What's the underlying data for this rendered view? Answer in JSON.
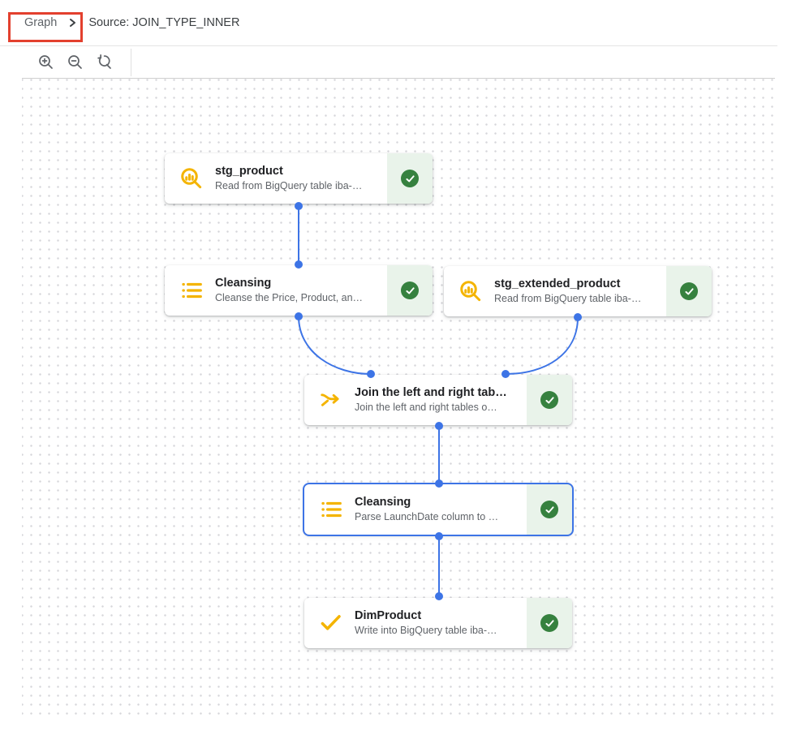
{
  "breadcrumb": {
    "graph": "Graph",
    "source": "Source: JOIN_TYPE_INNER"
  },
  "toolbar": {
    "icons": [
      "zoom-in",
      "zoom-out",
      "zoom-reset"
    ]
  },
  "pipeline": {
    "nodes": [
      {
        "id": "stg_product",
        "title": "stg_product",
        "subtitle": "Read from BigQuery table iba-…",
        "icon": "bigquery-source-icon",
        "status": "success",
        "selected": false
      },
      {
        "id": "cleansing_1",
        "title": "Cleansing",
        "subtitle": "Cleanse the Price, Product, an…",
        "icon": "wrangler-list-icon",
        "status": "success",
        "selected": false
      },
      {
        "id": "stg_extended_product",
        "title": "stg_extended_product",
        "subtitle": "Read from BigQuery table iba-…",
        "icon": "bigquery-source-icon",
        "status": "success",
        "selected": false
      },
      {
        "id": "join",
        "title": "Join the left and right tab…",
        "subtitle": "Join the left and right tables o…",
        "icon": "join-merge-icon",
        "status": "success",
        "selected": false
      },
      {
        "id": "cleansing_2",
        "title": "Cleansing",
        "subtitle": "Parse LaunchDate column to …",
        "icon": "wrangler-list-icon",
        "status": "success",
        "selected": true
      },
      {
        "id": "dim_product",
        "title": "DimProduct",
        "subtitle": "Write into BigQuery table iba-…",
        "icon": "sink-check-icon",
        "status": "success",
        "selected": false
      }
    ],
    "edges": [
      {
        "from": "stg_product",
        "to": "cleansing_1"
      },
      {
        "from": "cleansing_1",
        "to": "join"
      },
      {
        "from": "stg_extended_product",
        "to": "join"
      },
      {
        "from": "join",
        "to": "cleansing_2"
      },
      {
        "from": "cleansing_2",
        "to": "dim_product"
      }
    ]
  },
  "colors": {
    "edge_blue": "#3d74e6",
    "selected_border": "#3d74e6",
    "icon_yellow": "#f4b400",
    "status_green": "#36813f",
    "status_bg_green": "#e9f3ea",
    "annotation_red": "#e3402e"
  }
}
